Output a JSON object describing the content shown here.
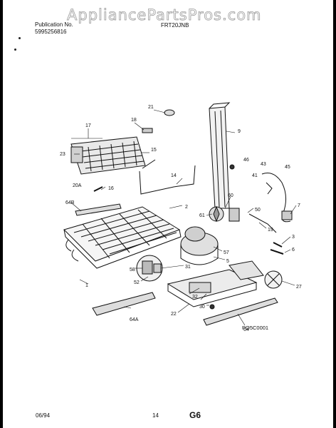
{
  "watermark": "AppliancePartsPros.com",
  "header": {
    "publication_label": "Publication No.",
    "publication_number": "5995256816",
    "model": "FRT20JNB"
  },
  "footer": {
    "date": "06/94",
    "page": "14",
    "section": "G6"
  },
  "diagram_code": "PO5C0001",
  "callouts": {
    "c21": "21",
    "c18": "18",
    "c17": "17",
    "c9": "9",
    "c15": "15",
    "c23": "23",
    "c46": "46",
    "c14": "14",
    "c43": "43",
    "c45": "45",
    "c41": "41",
    "c20A": "20A",
    "c16": "16",
    "c2": "2",
    "c64B": "64B",
    "c7": "7",
    "c60": "60",
    "c61": "61",
    "c50": "50",
    "c19": "19",
    "c3": "3",
    "c6": "6",
    "c1": "1",
    "c58": "58",
    "c31": "31",
    "c52": "52",
    "c57": "57",
    "c32": "32",
    "c30": "30",
    "c22": "22",
    "c64A": "64A",
    "c64": "64",
    "c27": "27",
    "c15b": "5"
  }
}
